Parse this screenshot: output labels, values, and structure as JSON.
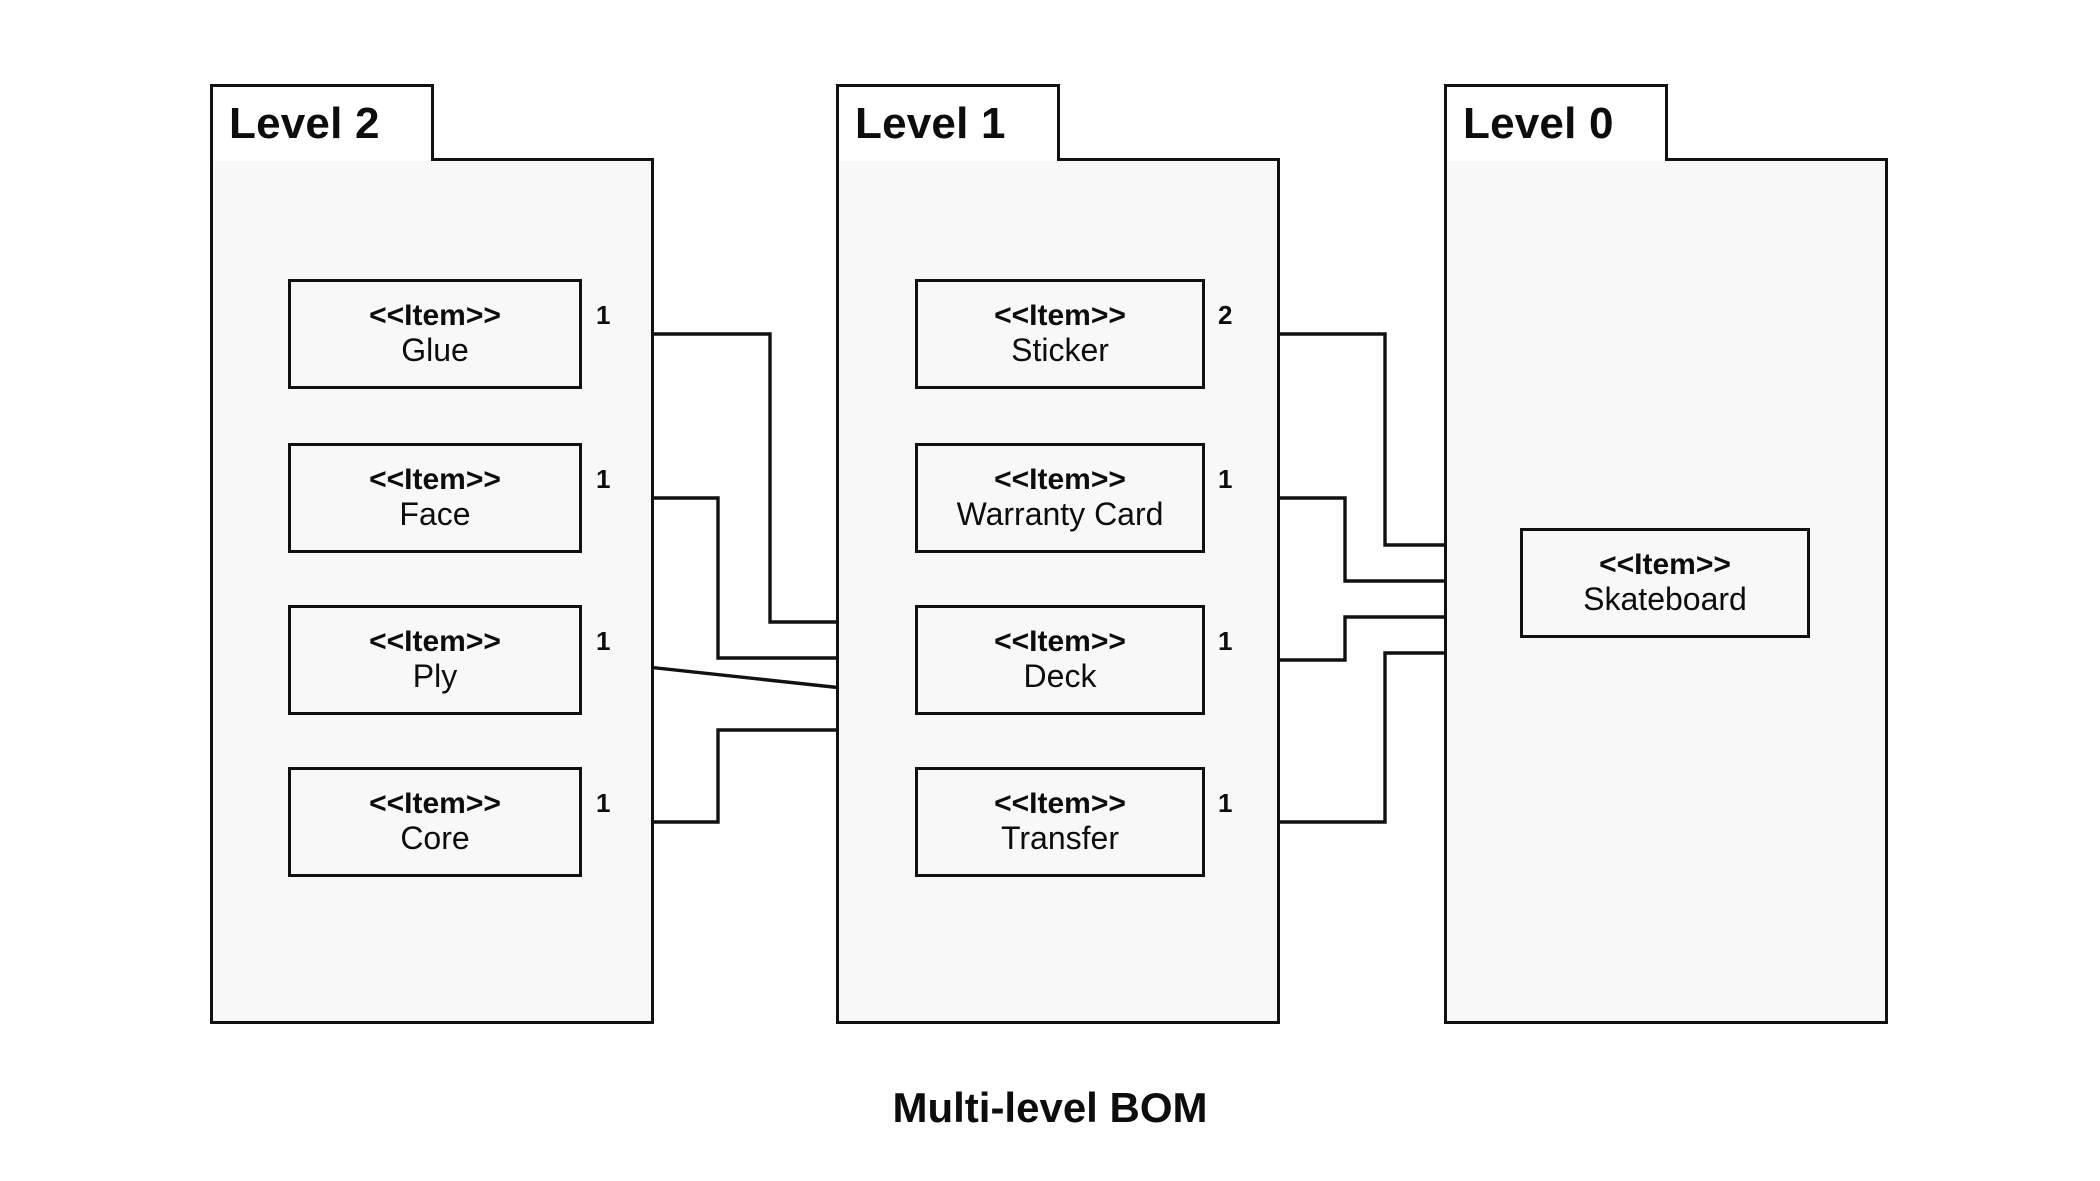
{
  "diagram": {
    "title": "Multi-level BOM",
    "stereotype": "<<Item>>",
    "accent_color": "#111111",
    "package_fill": "#f8f8f8",
    "canvas_fill": "#ffffff"
  },
  "packages": [
    {
      "id": "level2",
      "label": "Level 2"
    },
    {
      "id": "level1",
      "label": "Level 1"
    },
    {
      "id": "level0",
      "label": "Level 0"
    }
  ],
  "items": {
    "glue": {
      "stereotype": "<<Item>>",
      "name": "Glue"
    },
    "face": {
      "stereotype": "<<Item>>",
      "name": "Face"
    },
    "ply": {
      "stereotype": "<<Item>>",
      "name": "Ply"
    },
    "core": {
      "stereotype": "<<Item>>",
      "name": "Core"
    },
    "sticker": {
      "stereotype": "<<Item>>",
      "name": "Sticker"
    },
    "warranty": {
      "stereotype": "<<Item>>",
      "name": "Warranty Card"
    },
    "deck": {
      "stereotype": "<<Item>>",
      "name": "Deck"
    },
    "transfer": {
      "stereotype": "<<Item>>",
      "name": "Transfer"
    },
    "skateboard": {
      "stereotype": "<<Item>>",
      "name": "Skateboard"
    }
  },
  "multiplicities": {
    "glue_deck": "1",
    "face_deck": "1",
    "ply_deck": "1",
    "core_deck": "1",
    "sticker_skateboard": "2",
    "warranty_skateboard": "1",
    "deck_skateboard": "1",
    "transfer_skateboard": "1"
  },
  "chart_data": {
    "type": "diagram",
    "title": "Multi-level BOM",
    "notation": "UML composition (filled diamond at whole end)",
    "packages": [
      "Level 2",
      "Level 1",
      "Level 0"
    ],
    "nodes": [
      {
        "id": "glue",
        "label": "Glue",
        "stereotype": "<<Item>>",
        "package": "Level 2"
      },
      {
        "id": "face",
        "label": "Face",
        "stereotype": "<<Item>>",
        "package": "Level 2"
      },
      {
        "id": "ply",
        "label": "Ply",
        "stereotype": "<<Item>>",
        "package": "Level 2"
      },
      {
        "id": "core",
        "label": "Core",
        "stereotype": "<<Item>>",
        "package": "Level 2"
      },
      {
        "id": "sticker",
        "label": "Sticker",
        "stereotype": "<<Item>>",
        "package": "Level 1"
      },
      {
        "id": "warranty",
        "label": "Warranty Card",
        "stereotype": "<<Item>>",
        "package": "Level 1"
      },
      {
        "id": "deck",
        "label": "Deck",
        "stereotype": "<<Item>>",
        "package": "Level 1"
      },
      {
        "id": "transfer",
        "label": "Transfer",
        "stereotype": "<<Item>>",
        "package": "Level 1"
      },
      {
        "id": "skateboard",
        "label": "Skateboard",
        "stereotype": "<<Item>>",
        "package": "Level 0"
      }
    ],
    "edges": [
      {
        "from": "glue",
        "to": "deck",
        "multiplicity": "1",
        "diamond_at": "deck"
      },
      {
        "from": "face",
        "to": "deck",
        "multiplicity": "1",
        "diamond_at": "deck"
      },
      {
        "from": "ply",
        "to": "deck",
        "multiplicity": "1",
        "diamond_at": "deck"
      },
      {
        "from": "core",
        "to": "deck",
        "multiplicity": "1",
        "diamond_at": "deck"
      },
      {
        "from": "sticker",
        "to": "skateboard",
        "multiplicity": "2",
        "diamond_at": "skateboard"
      },
      {
        "from": "warranty",
        "to": "skateboard",
        "multiplicity": "1",
        "diamond_at": "skateboard"
      },
      {
        "from": "deck",
        "to": "skateboard",
        "multiplicity": "1",
        "diamond_at": "skateboard"
      },
      {
        "from": "transfer",
        "to": "skateboard",
        "multiplicity": "1",
        "diamond_at": "skateboard"
      }
    ]
  }
}
